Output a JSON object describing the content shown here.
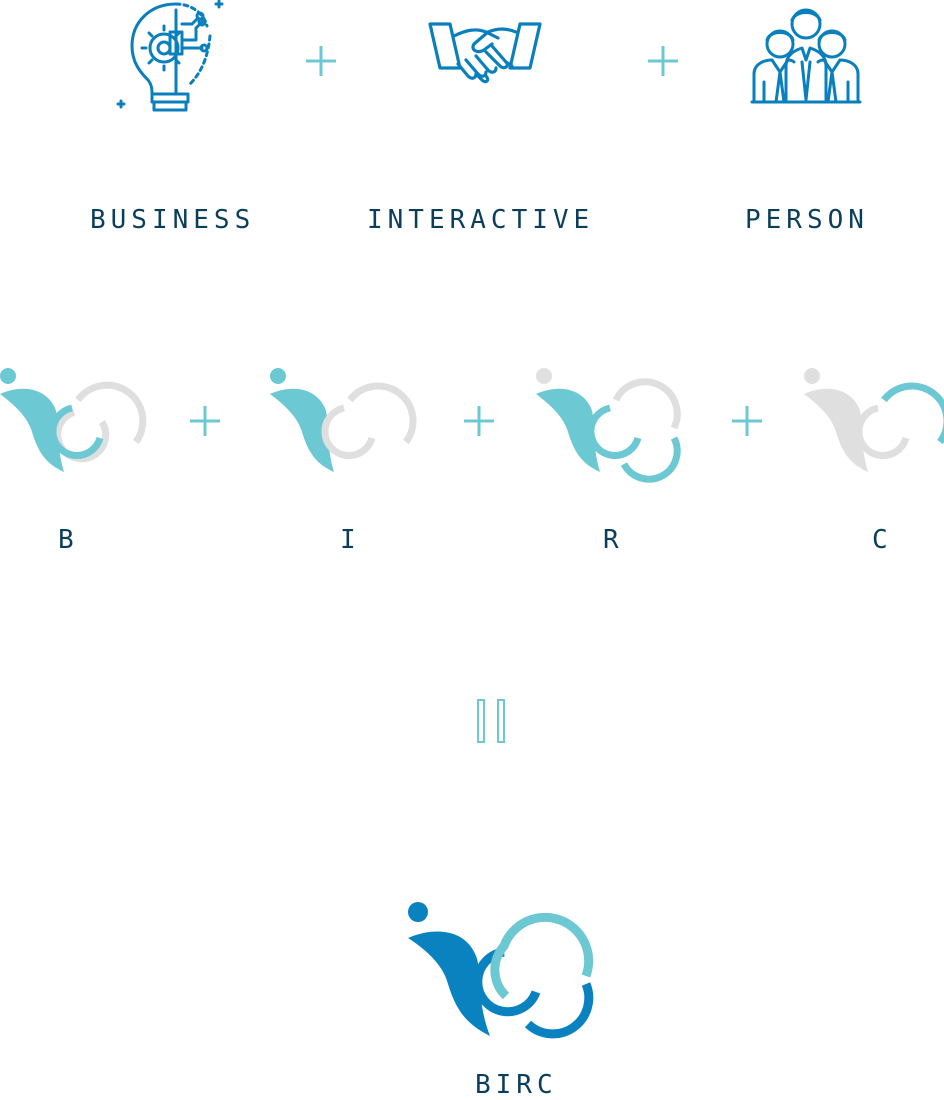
{
  "concepts": [
    {
      "icon": "lightbulb-gear-icon",
      "label": "BUSINESS"
    },
    {
      "icon": "handshake-icon",
      "label": "INTERACTIVE"
    },
    {
      "icon": "people-group-icon",
      "label": "PERSON"
    }
  ],
  "letters": [
    "B",
    "I",
    "R",
    "C"
  ],
  "final": {
    "label": "BIRC"
  },
  "colors": {
    "icon_blue": "#0a7fbd",
    "teal": "#6cc8d2",
    "gray": "#e0dfe0",
    "dark_blue": "#0b82c0",
    "text": "#0b3e5a"
  }
}
